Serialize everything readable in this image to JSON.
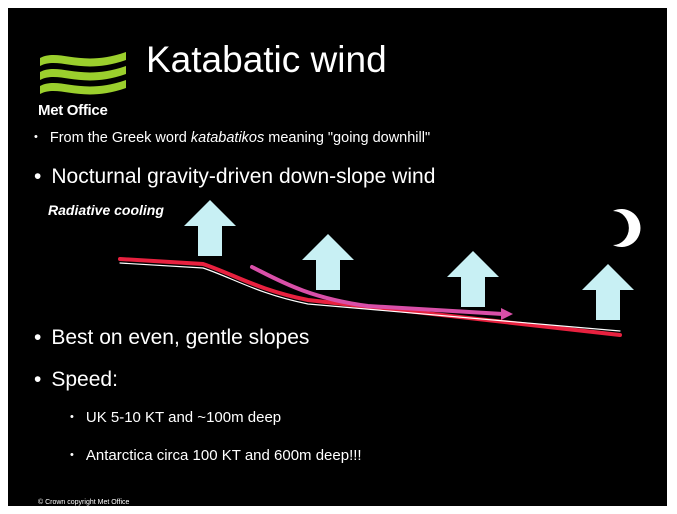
{
  "title": "Katabatic wind",
  "brand": "Met Office",
  "bullets": {
    "greek_prefix": "From the Greek word ",
    "greek_word": "katabatikos",
    "greek_suffix": " meaning \"going downhill\"",
    "nocturnal": "Nocturnal gravity-driven down-slope wind",
    "best": "Best on even, gentle slopes",
    "speed": "Speed:",
    "uk": "UK 5-10 KT and ~100m deep",
    "antarctica": "Antarctica circa 100 KT and 600m deep!!!"
  },
  "diagram": {
    "cooling_label": "Radiative cooling",
    "colors": {
      "arrow": "#c8f0f4",
      "slope_line": "#e8213f",
      "flow_arrow": "#d94fa8",
      "moon": "#ffffff"
    }
  },
  "footer": {
    "copyright": "© Crown copyright  Met Office"
  }
}
